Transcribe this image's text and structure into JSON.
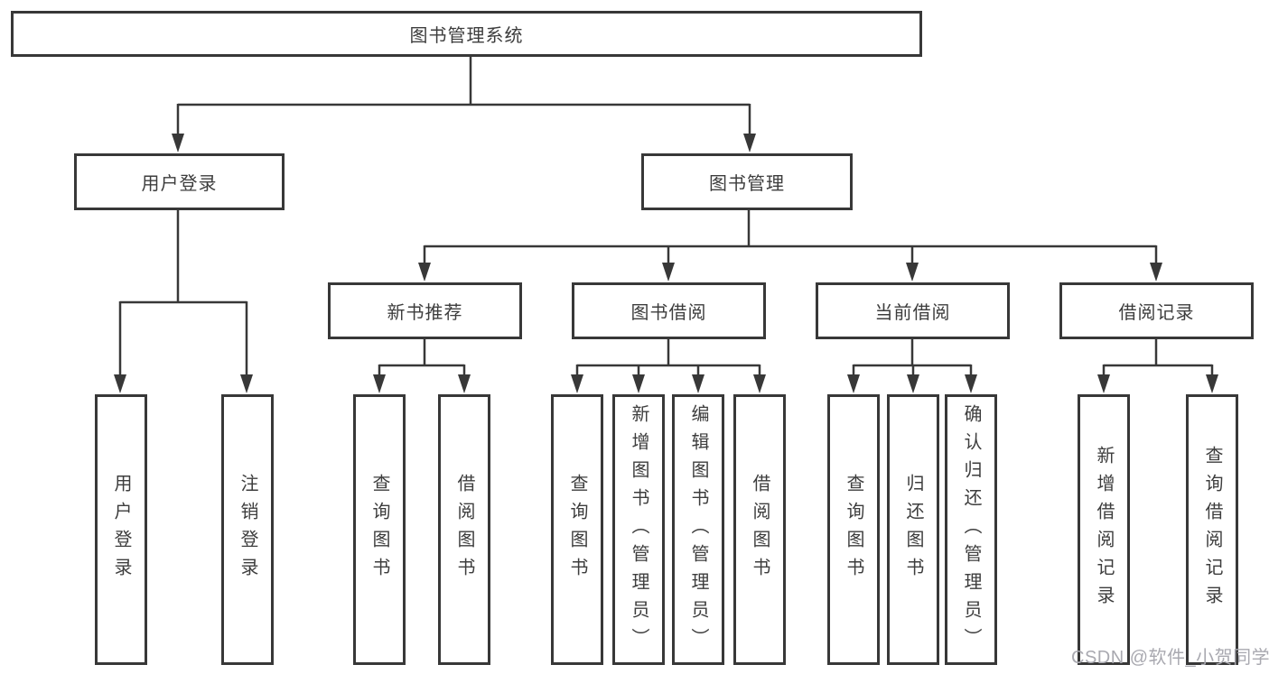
{
  "diagram": {
    "root": {
      "label": "图书管理系统"
    },
    "level2": [
      {
        "label": "用户登录"
      },
      {
        "label": "图书管理"
      }
    ],
    "level3": [
      {
        "label": "新书推荐"
      },
      {
        "label": "图书借阅"
      },
      {
        "label": "当前借阅"
      },
      {
        "label": "借阅记录"
      }
    ],
    "leaves": [
      {
        "label": "用户登录"
      },
      {
        "label": "注销登录"
      },
      {
        "label": "查询图书"
      },
      {
        "label": "借阅图书"
      },
      {
        "label": "查询图书"
      },
      {
        "label": "新增图书（管理员）"
      },
      {
        "label": "编辑图书（管理员）"
      },
      {
        "label": "借阅图书"
      },
      {
        "label": "查询图书"
      },
      {
        "label": "归还图书"
      },
      {
        "label": "确认归还（管理员）"
      },
      {
        "label": "新增借阅记录"
      },
      {
        "label": "查询借阅记录"
      }
    ],
    "watermark": "CSDN @软件_小贺同学",
    "colors": {
      "line": "#383838",
      "box_border": "#383838",
      "box_fill": "#ffffff",
      "text": "#3d3d3d",
      "watermark": "#a9a9b0",
      "background": "#ffffff"
    }
  }
}
